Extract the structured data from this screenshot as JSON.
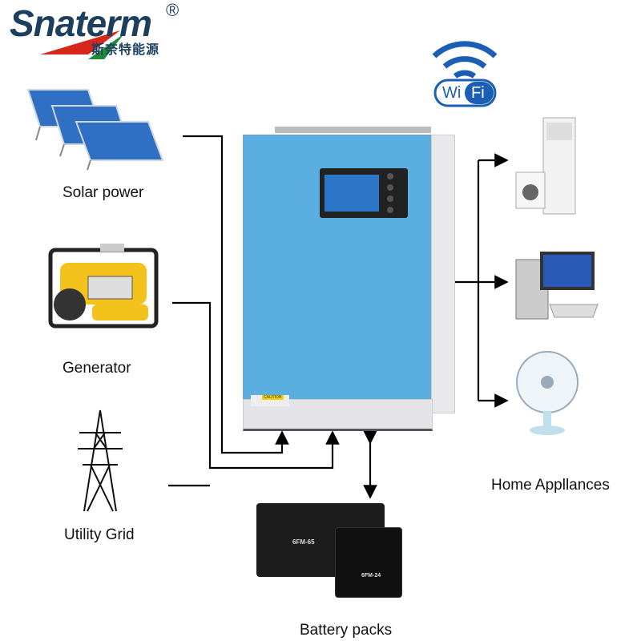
{
  "logo": {
    "brand": "Snaterm",
    "chinese": "斯奈特能源",
    "registered": "®"
  },
  "wifi": {
    "label": "Wi Fi",
    "wi": "Wi",
    "fi": "Fi"
  },
  "inputs": [
    {
      "label": "Solar power"
    },
    {
      "label": "Generator"
    },
    {
      "label": "Utility Grid"
    }
  ],
  "outputs": {
    "label": "Home Appllances"
  },
  "battery": {
    "label": "Battery packs",
    "model_large": "6FM-65",
    "model_small": "6FM-24"
  },
  "inverter": {
    "caution": "CAUTION"
  },
  "colors": {
    "inverter_blue": "#5aaee0",
    "brand": "#1d3f5e",
    "wifi": "#1b5fb5"
  }
}
